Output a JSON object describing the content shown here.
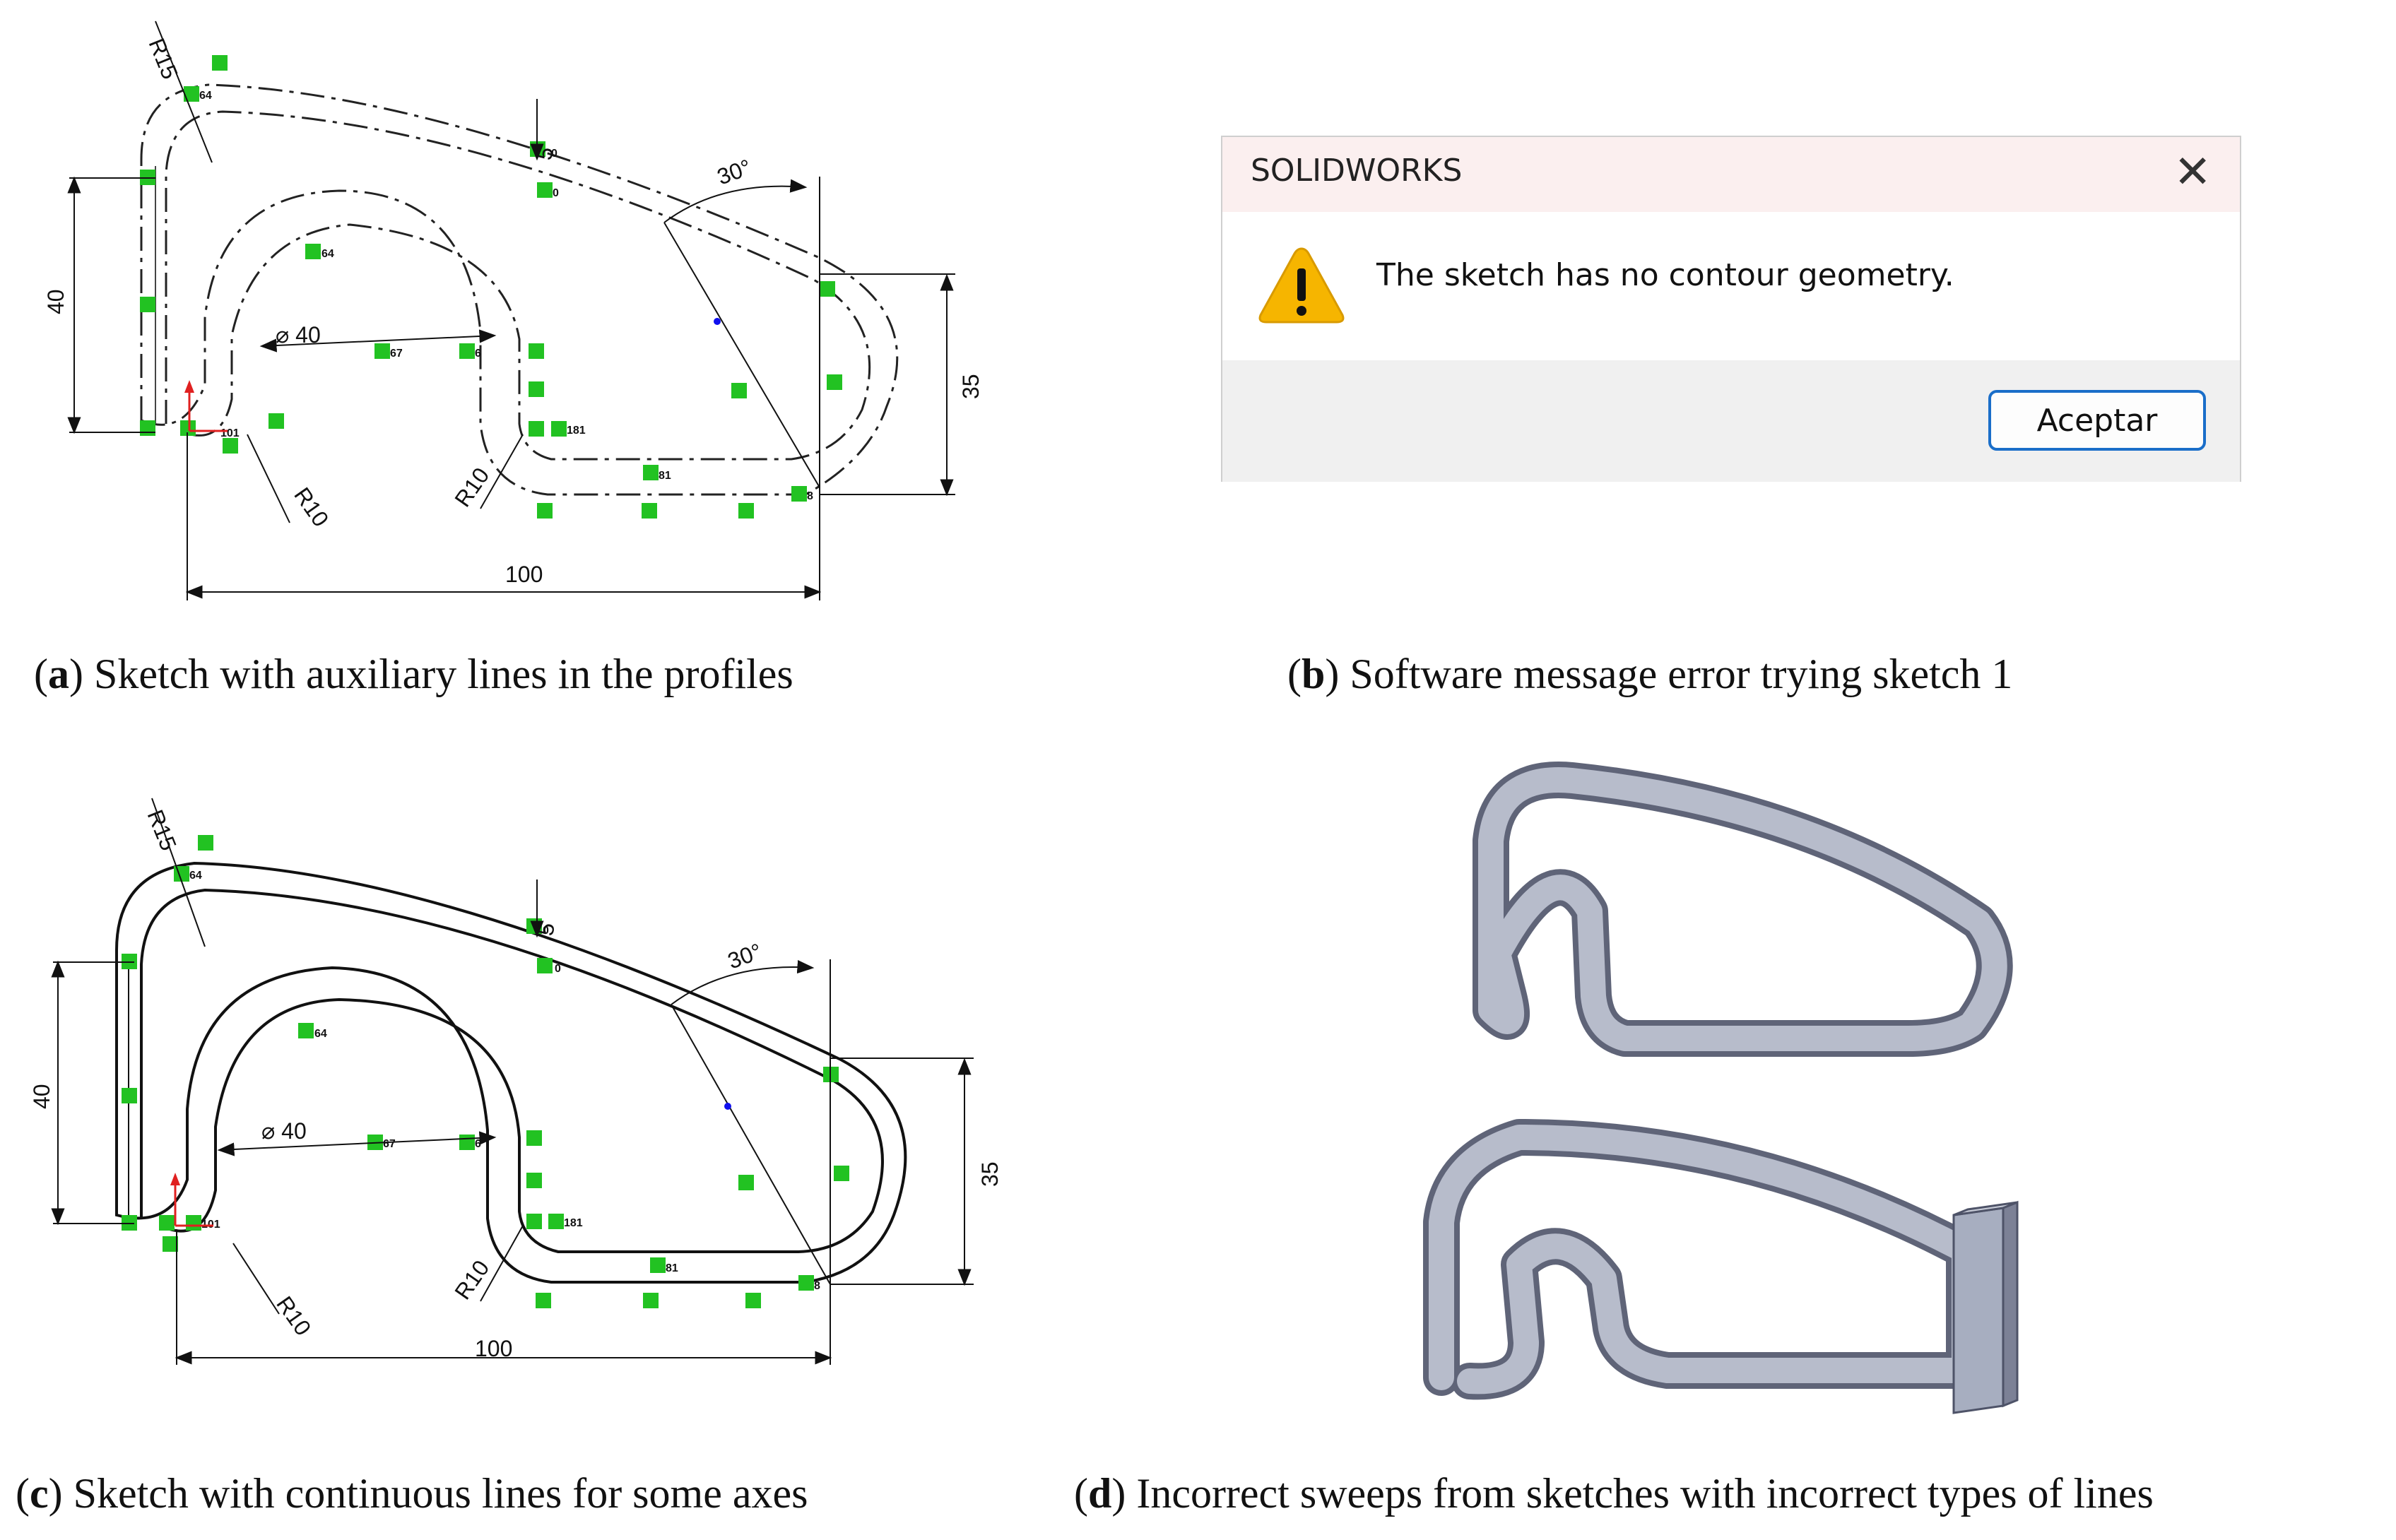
{
  "captions": {
    "a": {
      "label": "a",
      "text": " Sketch with auxiliary lines in the profiles"
    },
    "b": {
      "label": "b",
      "text": " Software message error trying sketch 1"
    },
    "c": {
      "label": "c",
      "text": " Sketch with continuous lines for some axes"
    },
    "d": {
      "label": "d",
      "text": " Incorrect sweeps from sketches with incorrect types of lines"
    }
  },
  "sketch": {
    "dim_r15": "R15",
    "dim_40": "40",
    "dim_5": "5",
    "dim_30": "30°",
    "dim_35": "35",
    "dim_phi40": "⌀ 40",
    "dim_r10_left": "R10",
    "dim_r10_right": "R10",
    "dim_100": "100",
    "rel_64": "64",
    "rel_0": "0",
    "rel_67": "67",
    "rel_6": "6",
    "rel_101": "101",
    "rel_181": "181",
    "rel_81": "81",
    "rel_8": "8"
  },
  "dialog": {
    "title": "SOLIDWORKS",
    "close_glyph": "✕",
    "message": "The sketch has no contour geometry.",
    "button": "Aceptar"
  },
  "colors": {
    "relation_green": "#22c222",
    "origin_red": "#e02020",
    "button_blue": "#1a6ec9",
    "warning_yellow": "#f6b500",
    "part_gray": "#a7aec0"
  }
}
